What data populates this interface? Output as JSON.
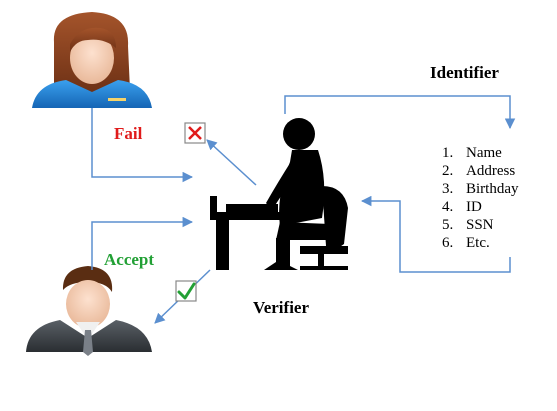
{
  "labels": {
    "identifier": "Identifier",
    "verifier": "Verifier",
    "fail": "Fail",
    "accept": "Accept"
  },
  "identifier_list": [
    {
      "num": "1.",
      "text": "Name"
    },
    {
      "num": "2.",
      "text": "Address"
    },
    {
      "num": "3.",
      "text": "Birthday"
    },
    {
      "num": "4.",
      "text": "ID"
    },
    {
      "num": "5.",
      "text": "SSN"
    },
    {
      "num": "6.",
      "text": "Etc."
    }
  ],
  "icons": {
    "woman": "woman-avatar-icon",
    "man": "businessman-avatar-icon",
    "verifier": "person-at-computer-silhouette-icon",
    "fail": "red-x-icon",
    "accept": "green-check-icon"
  },
  "colors": {
    "arrow": "#5b8fcf",
    "fail": "#e01b1b",
    "accept": "#22a035",
    "woman_shirt": "#1f7fd4",
    "man_suit": "#3f4448"
  }
}
